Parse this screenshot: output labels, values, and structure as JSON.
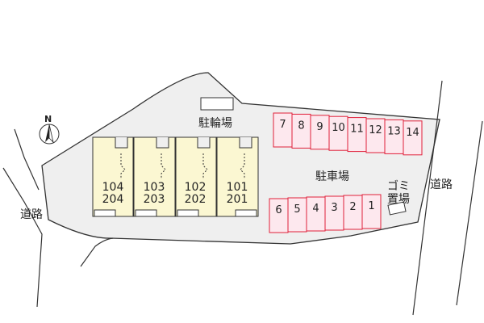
{
  "labels": {
    "road_left": "道路",
    "road_right": "道路",
    "bike_parking": "駐輪場",
    "car_parking": "駐車場",
    "garbage_line1": "ゴミ",
    "garbage_line2": "置場",
    "north": "N"
  },
  "units": [
    {
      "top": "104",
      "bottom": "204"
    },
    {
      "top": "103",
      "bottom": "203"
    },
    {
      "top": "102",
      "bottom": "202"
    },
    {
      "top": "101",
      "bottom": "201"
    }
  ],
  "parking_top": [
    "7",
    "8",
    "9",
    "10",
    "11",
    "12",
    "13",
    "14"
  ],
  "parking_bottom": [
    "6",
    "5",
    "4",
    "3",
    "2",
    "1"
  ],
  "colors": {
    "lot": "#efefef",
    "building": "#fbf7d2",
    "parking_fill": "#fde8ee",
    "parking_border": "#e0203a"
  }
}
